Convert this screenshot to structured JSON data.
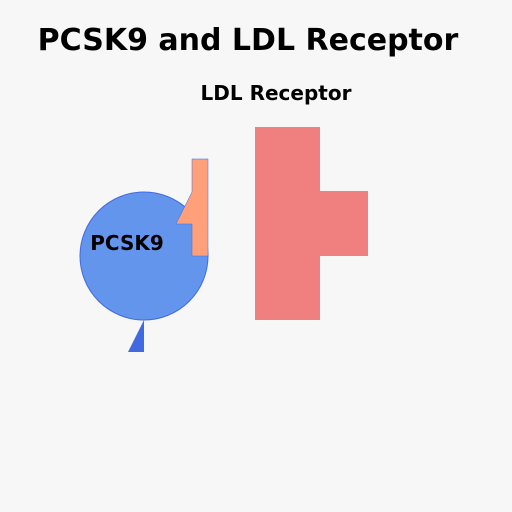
{
  "diagram": {
    "title": "PCSK9 and LDL Receptor",
    "receptor_label": "LDL Receptor",
    "pcsk9_label": "PCSK9"
  },
  "colors": {
    "background": "#f7f7f7",
    "pcsk9_body": "#6495ed",
    "pcsk9_stroke": "#4169e1",
    "pcsk9_tail": "#4169e1",
    "binding_domain": "#ffa07a",
    "receptor": "#f08080"
  }
}
